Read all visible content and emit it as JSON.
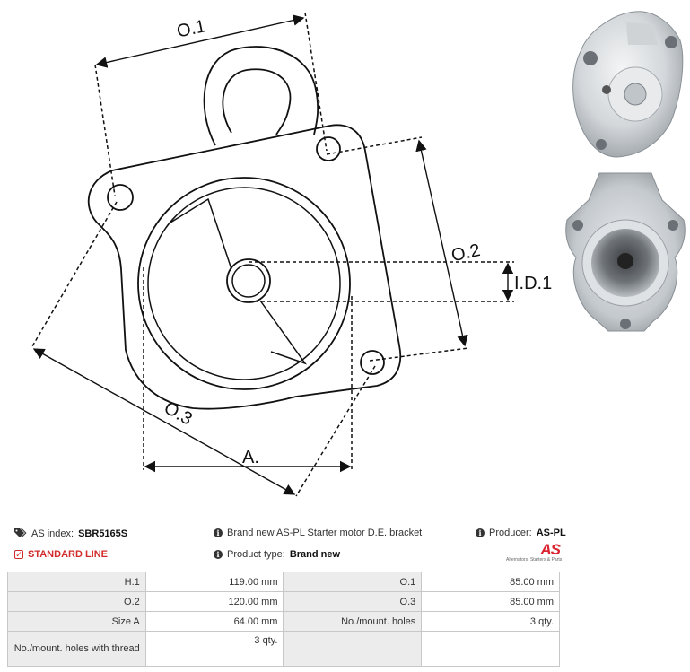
{
  "drawing": {
    "labels": {
      "o1": "O.1",
      "o2": "O.2",
      "o3": "O.3",
      "id1": "I.D.1",
      "a": "A."
    }
  },
  "photos": [
    {
      "name": "bracket-photo-front"
    },
    {
      "name": "bracket-photo-back"
    }
  ],
  "info": {
    "as_index_label": "AS index:",
    "as_index_value": "SBR5165S",
    "description": "Brand new AS-PL Starter motor D.E. bracket",
    "producer_label": "Producer:",
    "producer_value": "AS-PL",
    "standard_line": "STANDARD LINE",
    "product_type_label": "Product type:",
    "product_type_value": "Brand new"
  },
  "logo": {
    "mark": "AS",
    "tagline": "Alternators, Starters & Parts",
    "brand_color": "#d9232e"
  },
  "specs": [
    [
      {
        "label": "H.1",
        "value": "119.00 mm"
      },
      {
        "label": "O.1",
        "value": "85.00 mm"
      }
    ],
    [
      {
        "label": "O.2",
        "value": "120.00 mm"
      },
      {
        "label": "O.3",
        "value": "85.00 mm"
      }
    ],
    [
      {
        "label": "Size A",
        "value": "64.00 mm"
      },
      {
        "label": "No./mount. holes",
        "value": "3 qty."
      }
    ],
    [
      {
        "label": "No./mount. holes with thread",
        "value": "3 qty."
      },
      {
        "label": "",
        "value": ""
      }
    ]
  ]
}
